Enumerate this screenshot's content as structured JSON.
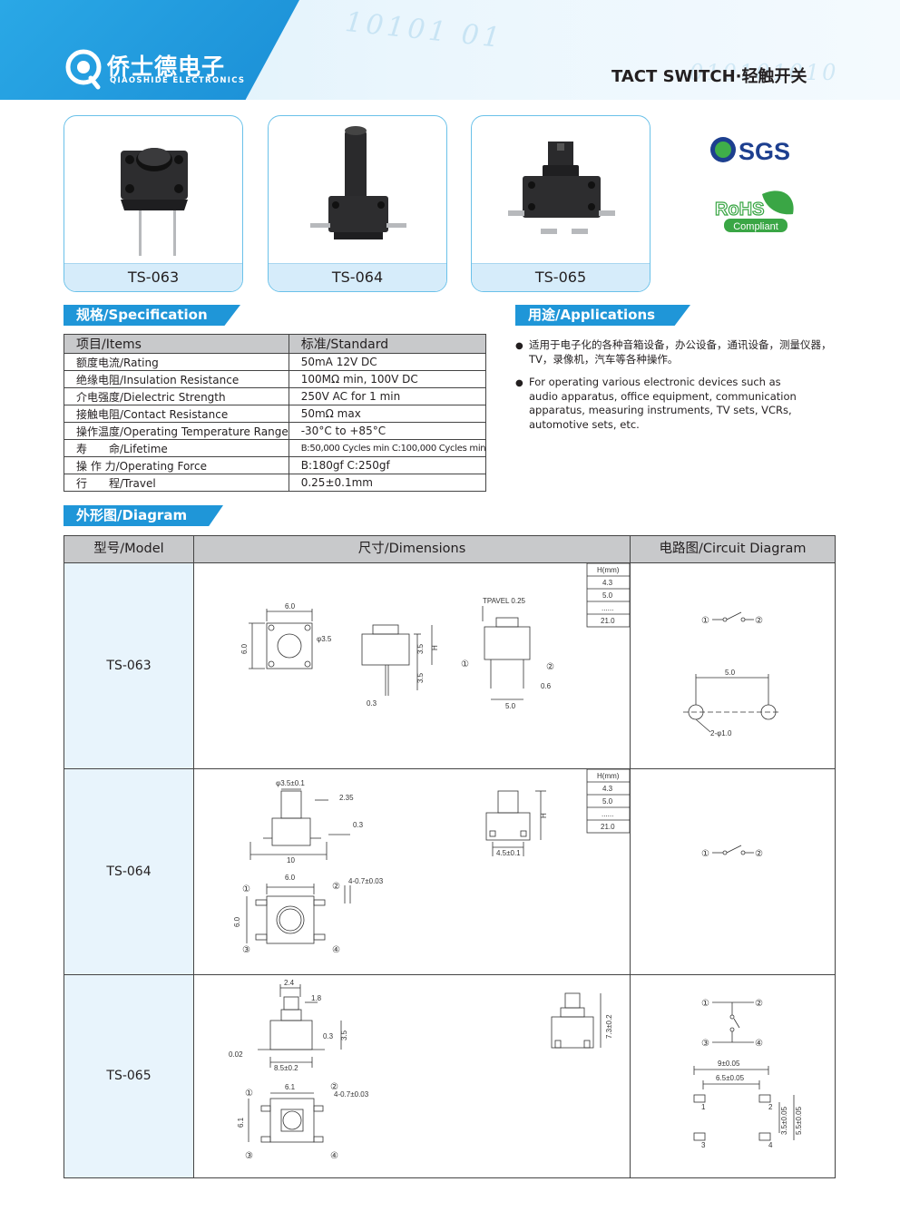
{
  "header": {
    "brand_cn": "侨士德电子",
    "brand_en": "QIAOSHIDE ELECTRONICS",
    "digits": "10101 01",
    "digits2": "010101010",
    "title": "TACT SWITCH·轻触开关",
    "brand_color": "#1f96d8"
  },
  "products": [
    {
      "model": "TS-063"
    },
    {
      "model": "TS-064"
    },
    {
      "model": "TS-065"
    }
  ],
  "certs": {
    "sgs": "SGS",
    "rohs": "RoHS",
    "rohs_sub": "Compliant"
  },
  "spec": {
    "heading": "规格/Specification",
    "col_items": "项目/Items",
    "col_standard": "标准/Standard",
    "rows": [
      {
        "item": "额度电流/Rating",
        "value": "50mA  12V DC"
      },
      {
        "item": "绝缘电阻/Insulation Resistance",
        "value": "100MΩ min, 100V DC"
      },
      {
        "item": "介电强度/Dielectric Strength",
        "value": "250V AC for 1 min"
      },
      {
        "item": "接触电阻/Contact Resistance",
        "value": "50mΩ max"
      },
      {
        "item": "操作温度/Operating Temperature Range",
        "value": "-30°C to +85°C"
      },
      {
        "item": "寿　　命/Lifetime",
        "value": "B:50,000 Cycles min  C:100,000 Cycles min"
      },
      {
        "item": "操 作 力/Operating Force",
        "value": "B:180gf   C:250gf"
      },
      {
        "item": "行　　程/Travel",
        "value": "0.25±0.1mm"
      }
    ]
  },
  "applications": {
    "heading": "用途/Applications",
    "items": [
      "适用于电子化的各种音箱设备，办公设备，通讯设备，测量仪器，TV，录像机，汽车等各种操作。",
      "For operating various electronic devices such as audio apparatus, office equipment, communication apparatus, measuring instruments, TV sets, VCRs, automotive sets, etc."
    ]
  },
  "diagram": {
    "heading": "外形图/Diagram",
    "col_model": "型号/Model",
    "col_dimensions": "尺寸/Dimensions",
    "col_circuit": "电路图/Circuit Diagram",
    "height_table": {
      "header": "H(mm)",
      "values": [
        "4.3",
        "5.0",
        "......",
        "21.0"
      ]
    },
    "circuit_pins": [
      "1",
      "2",
      "3",
      "4"
    ],
    "rows": [
      {
        "model": "TS-063",
        "dims": {
          "width": "6.0",
          "side": "6.0",
          "hole": "φ3.5",
          "tpavel": "TPAVEL 0.25",
          "h1": "3.5",
          "h2": "3.5",
          "h": "H",
          "lead": "0.3",
          "pitch": "5.0",
          "lead_w": "0.6",
          "pin1": "①",
          "pin2": "②"
        },
        "circuit": {
          "pitch": "5.0",
          "hole": "2-φ1.0",
          "pin1": "①",
          "pin2": "②"
        }
      },
      {
        "model": "TS-064",
        "dims": {
          "hole": "φ3.5±0.1",
          "d1": "2.35",
          "d2": "0.3",
          "len": "10",
          "pitch": "4.5±0.1",
          "h": "H",
          "width": "6.0",
          "side": "6.0",
          "pad": "4-0.7±0.03",
          "pin1": "①",
          "pin2": "②",
          "pin3": "③",
          "pin4": "④"
        },
        "circuit": {
          "pin1": "①",
          "pin2": "②"
        }
      },
      {
        "model": "TS-065",
        "dims": {
          "top": "2.4",
          "d1": "1.8",
          "h1": "0.3",
          "h2": "3.5",
          "foot": "0.02",
          "width": "8.5±0.2",
          "height": "7.3±0.2",
          "body": "6.1",
          "side": "6.1",
          "pad": "4-0.7±0.03",
          "pin1": "①",
          "pin2": "②",
          "pin3": "③",
          "pin4": "④"
        },
        "circuit": {
          "pin1": "①",
          "pin2": "②",
          "pin3": "③",
          "pin4": "④",
          "outer": "9±0.05",
          "inner": "6.5±0.05",
          "v1": "3.5±0.05",
          "v2": "5.5±0.05"
        }
      }
    ]
  }
}
